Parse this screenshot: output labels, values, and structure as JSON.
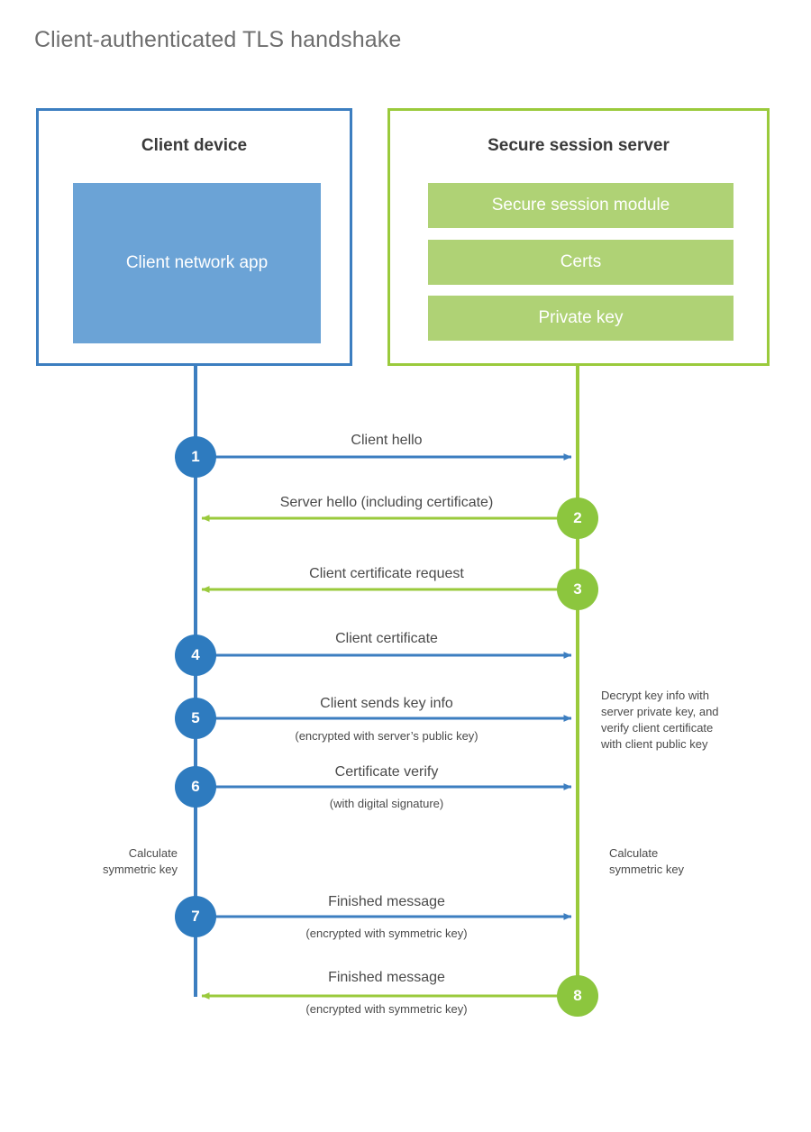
{
  "title": "Client-authenticated TLS handshake",
  "colors": {
    "client_border": "#3C7EC0",
    "client_fill": "#6BA3D6",
    "client_line": "#3C7EC0",
    "server_border": "#9ACA3C",
    "server_fill": "#AFD275",
    "server_line": "#9ACA3C",
    "client_circle": "#2E7BBF",
    "server_circle": "#8CC63E",
    "title_text": "#6e6e6e",
    "body_text": "#4a4a4a",
    "heading_text": "#3a3a3a",
    "background": "#ffffff"
  },
  "client": {
    "title": "Client device",
    "app_label": "Client network app"
  },
  "server": {
    "title": "Secure session server",
    "blocks": [
      {
        "label": "Secure session module"
      },
      {
        "label": "Certs"
      },
      {
        "label": "Private key"
      }
    ]
  },
  "steps": [
    {
      "num": "1",
      "label": "Client hello",
      "sub": "",
      "direction": "client-to-server",
      "actor": "client"
    },
    {
      "num": "2",
      "label": "Server hello (including certificate)",
      "sub": "",
      "direction": "server-to-client",
      "actor": "server"
    },
    {
      "num": "3",
      "label": "Client certificate request",
      "sub": "",
      "direction": "server-to-client",
      "actor": "server"
    },
    {
      "num": "4",
      "label": "Client certificate",
      "sub": "",
      "direction": "client-to-server",
      "actor": "client"
    },
    {
      "num": "5",
      "label": "Client sends key info",
      "sub": "(encrypted with server’s public key)",
      "direction": "client-to-server",
      "actor": "client"
    },
    {
      "num": "6",
      "label": "Certificate verify",
      "sub": "(with digital signature)",
      "direction": "client-to-server",
      "actor": "client"
    },
    {
      "num": "7",
      "label": "Finished message",
      "sub": "(encrypted with symmetric key)",
      "direction": "client-to-server",
      "actor": "client"
    },
    {
      "num": "8",
      "label": "Finished message",
      "sub": "(encrypted with symmetric key)",
      "direction": "server-to-client",
      "actor": "server"
    }
  ],
  "notes": {
    "server_decrypt": "Decrypt key info with server private key, and verify client certificate with client public key",
    "server_decrypt_lines": [
      "Decrypt key info with",
      "server private key, and",
      "verify client certificate",
      "with client public key"
    ],
    "client_calc_lines": [
      "Calculate",
      "symmetric key"
    ],
    "server_calc_lines": [
      "Calculate",
      "symmetric key"
    ]
  }
}
